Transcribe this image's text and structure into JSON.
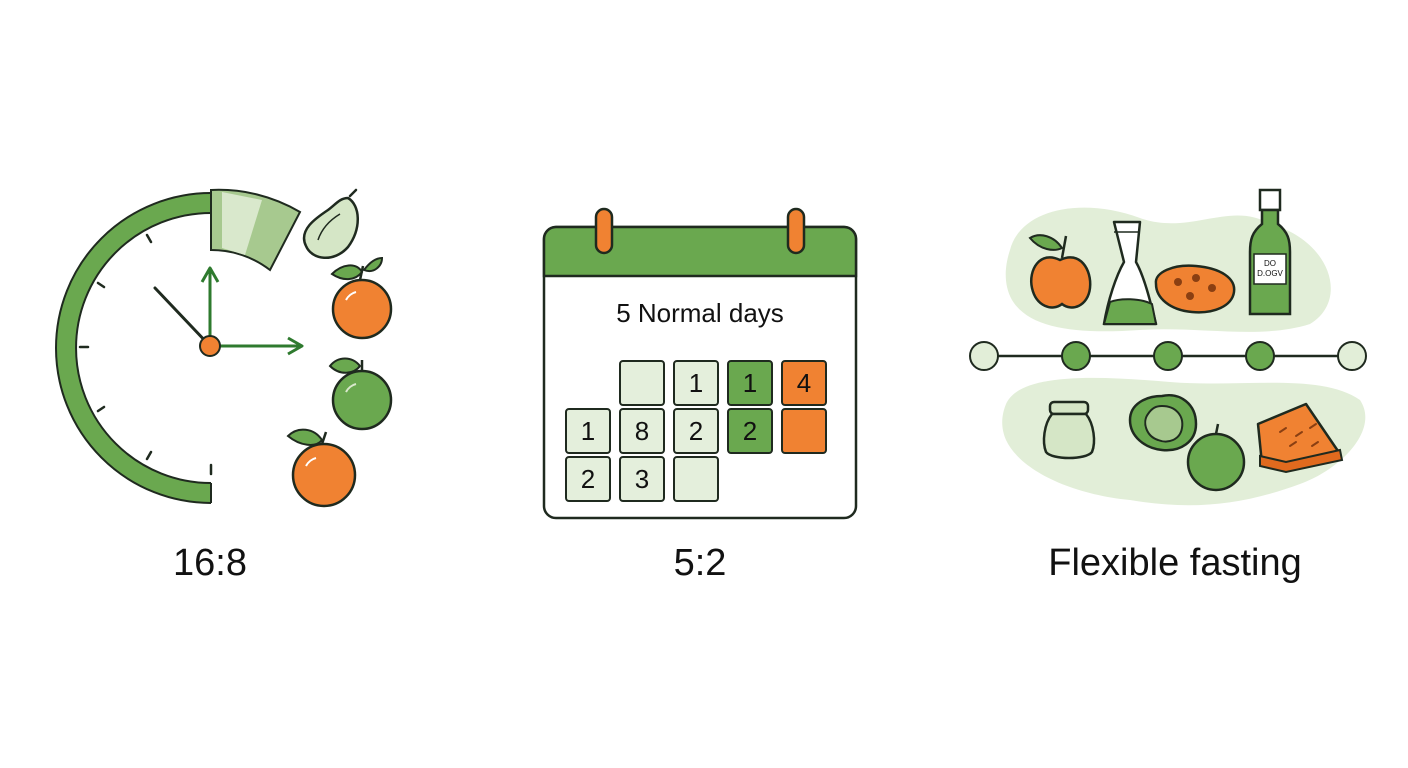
{
  "colors": {
    "green": "#6aa84f",
    "green_dark": "#4e8a3a",
    "green_light": "#e4efdc",
    "orange": "#f08232",
    "ink": "#1f2a1f"
  },
  "panels": [
    {
      "id": "16-8",
      "caption": "16:8",
      "icon": "clock-icon"
    },
    {
      "id": "5-2",
      "caption": "5:2",
      "icon": "calendar-icon"
    },
    {
      "id": "flexible",
      "caption": "Flexible fasting",
      "icon": "food-timeline-icon"
    }
  ],
  "calendar": {
    "header": "5 Normal days",
    "rows": [
      [
        {
          "text": "",
          "style": "light"
        },
        {
          "text": "1",
          "style": "light"
        },
        {
          "text": "1",
          "style": "green"
        },
        {
          "text": "4",
          "style": "orange"
        }
      ],
      [
        {
          "text": "1",
          "style": "light"
        },
        {
          "text": "8",
          "style": "light"
        },
        {
          "text": "2",
          "style": "light"
        },
        {
          "text": "2",
          "style": "green"
        },
        {
          "text": "",
          "style": "orange"
        }
      ],
      [
        {
          "text": "2",
          "style": "light"
        },
        {
          "text": "3",
          "style": "light"
        },
        {
          "text": "",
          "style": "light"
        }
      ]
    ]
  },
  "bottle_label": [
    "DO",
    "D.OGV"
  ]
}
